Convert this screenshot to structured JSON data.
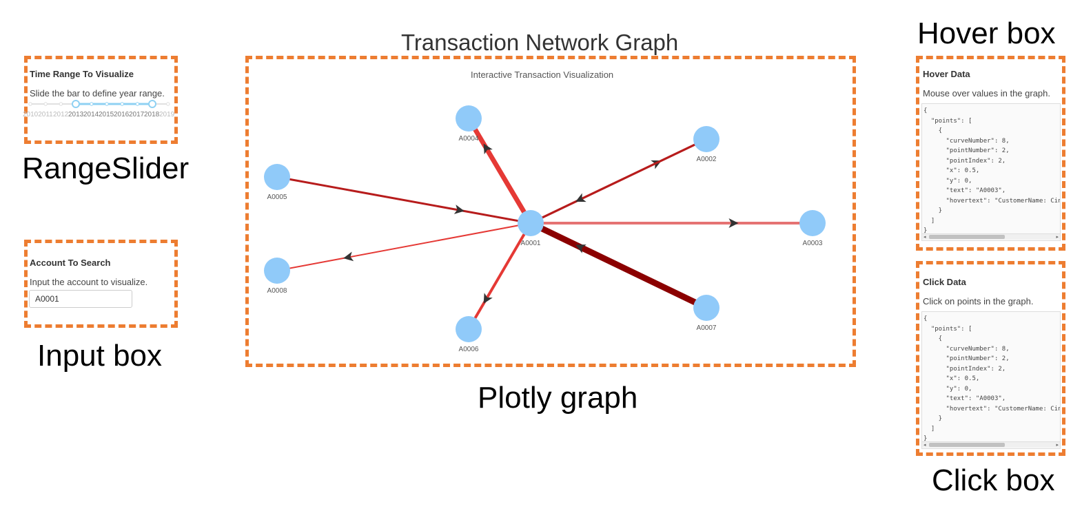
{
  "range_slider": {
    "title": "Time Range To Visualize",
    "description": "Slide the bar to define year range.",
    "years": [
      "2010",
      "2011",
      "2012",
      "2013",
      "2014",
      "2015",
      "2016",
      "2017",
      "2018",
      "2019"
    ],
    "selected_start": "2013",
    "selected_end": "2018",
    "caption": "RangeSlider"
  },
  "account_input": {
    "title": "Account To Search",
    "description": "Input the account to visualize.",
    "value": "A0001",
    "caption": "Input box"
  },
  "graph": {
    "page_title": "Transaction Network Graph",
    "plot_title": "Interactive Transaction Visualization",
    "caption": "Plotly graph",
    "node_color": "#90caf9",
    "nodes": [
      {
        "id": "A0001"
      },
      {
        "id": "A0002"
      },
      {
        "id": "A0003"
      },
      {
        "id": "A0004"
      },
      {
        "id": "A0005"
      },
      {
        "id": "A0006"
      },
      {
        "id": "A0007"
      },
      {
        "id": "A0008"
      }
    ],
    "edges": [
      {
        "from": "A0001",
        "to": "A0004",
        "color": "#e53935"
      },
      {
        "from": "A0001",
        "to": "A0002",
        "color": "#b71c1c"
      },
      {
        "from": "A0002",
        "to": "A0001",
        "color": "#b71c1c"
      },
      {
        "from": "A0005",
        "to": "A0001",
        "color": "#b71c1c"
      },
      {
        "from": "A0001",
        "to": "A0003",
        "color": "#e57373"
      },
      {
        "from": "A0001",
        "to": "A0008",
        "color": "#e53935"
      },
      {
        "from": "A0001",
        "to": "A0006",
        "color": "#e53935"
      },
      {
        "from": "A0007",
        "to": "A0001",
        "color": "#8b0000"
      }
    ]
  },
  "hover_box": {
    "caption": "Hover box",
    "title": "Hover Data",
    "description": "Mouse over values in the graph.",
    "json_lines": [
      "{",
      "  \"points\": [",
      "    {",
      "      \"curveNumber\": 8,",
      "      \"pointNumber\": 2,",
      "      \"pointIndex\": 2,",
      "      \"x\": 0.5,",
      "      \"y\": 0,",
      "      \"text\": \"A0003\",",
      "      \"hovertext\": \"CustomerName: Cindy",
      "    }",
      "  ]",
      "}"
    ]
  },
  "click_box": {
    "caption": "Click box",
    "title": "Click Data",
    "description": "Click on points in the graph.",
    "json_lines": [
      "{",
      "  \"points\": [",
      "    {",
      "      \"curveNumber\": 8,",
      "      \"pointNumber\": 2,",
      "      \"pointIndex\": 2,",
      "      \"x\": 0.5,",
      "      \"y\": 0,",
      "      \"text\": \"A0003\",",
      "      \"hovertext\": \"CustomerName: Cindy",
      "    }",
      "  ]",
      "}"
    ]
  }
}
